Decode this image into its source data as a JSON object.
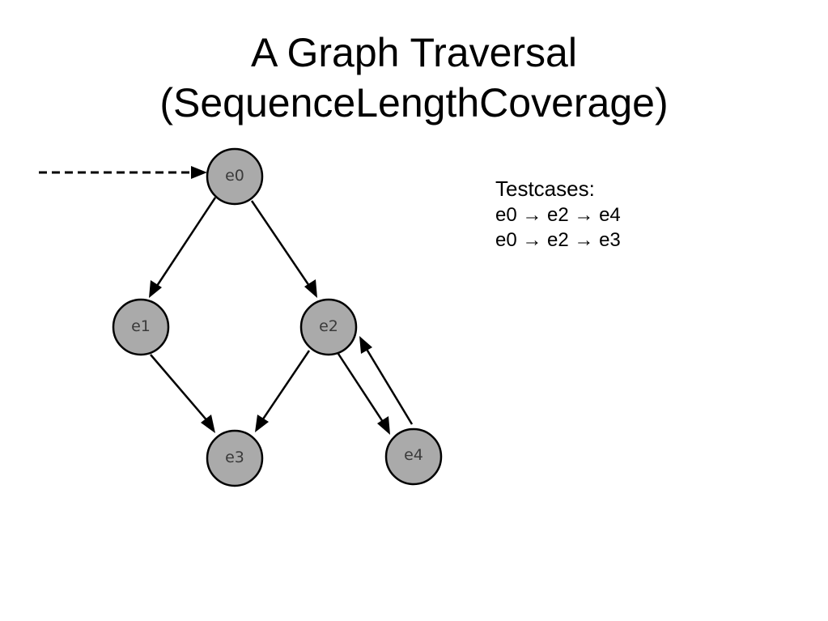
{
  "slide": {
    "title_line1": "A Graph Traversal",
    "title_line2": "(SequenceLengthCoverage)"
  },
  "graph": {
    "nodes": [
      {
        "id": "e0",
        "label": "e0"
      },
      {
        "id": "e1",
        "label": "e1"
      },
      {
        "id": "e2",
        "label": "e2"
      },
      {
        "id": "e3",
        "label": "e3"
      },
      {
        "id": "e4",
        "label": "e4"
      }
    ],
    "edges": [
      {
        "from": "start",
        "to": "e0",
        "style": "dashed"
      },
      {
        "from": "e0",
        "to": "e1",
        "style": "solid"
      },
      {
        "from": "e0",
        "to": "e2",
        "style": "solid"
      },
      {
        "from": "e1",
        "to": "e3",
        "style": "solid"
      },
      {
        "from": "e2",
        "to": "e3",
        "style": "solid"
      },
      {
        "from": "e2",
        "to": "e4",
        "style": "solid"
      },
      {
        "from": "e4",
        "to": "e2",
        "style": "solid"
      }
    ],
    "colors": {
      "node_fill": "#aaaaaa",
      "node_stroke": "#000000",
      "node_label": "#3a3a3a",
      "edge": "#000000"
    }
  },
  "testcases": {
    "heading": "Testcases:",
    "items": [
      "e0 → e2 → e4",
      "e0 → e2 → e3"
    ]
  }
}
